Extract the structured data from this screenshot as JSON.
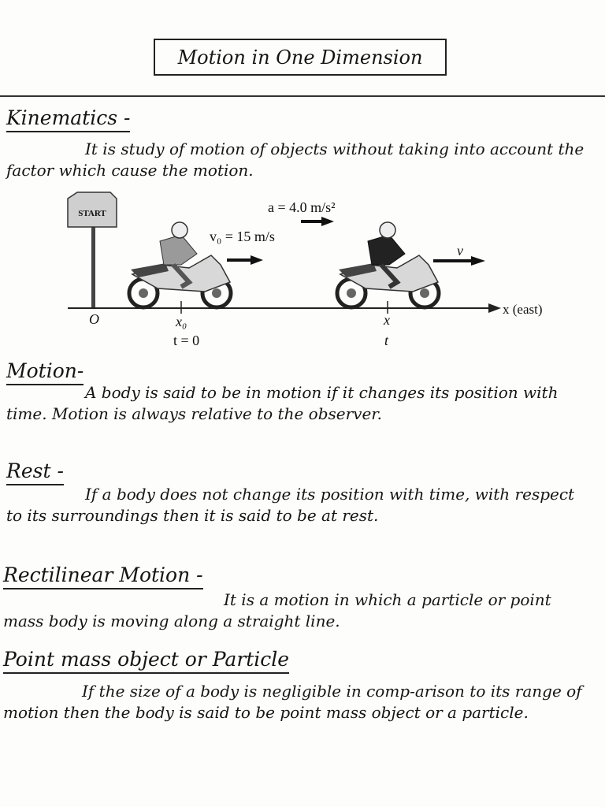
{
  "title": "Motion in One Dimension",
  "sections": [
    {
      "heading": "Kinematics -",
      "body": "It is study of motion of objects without taking into account the factor which cause the motion."
    },
    {
      "heading": "Motion-",
      "body": "A body is said to be in motion if it changes its position with time. Motion is always relative to the observer."
    },
    {
      "heading": "Rest -",
      "body": "If a body does not change its position with time, with respect to its surroundings then it is said to be at rest."
    },
    {
      "heading": "Rectilinear Motion -",
      "body": "It is a motion in which a particle or point mass body is moving along a straight line."
    },
    {
      "heading": "Point mass object or Particle",
      "body": "If the size of a body is negligible in comp-arison to its range of motion then the body is said to be point mass object or a particle."
    }
  ],
  "diagram": {
    "sign_label": "START",
    "acceleration_label": "a = 4.0 m/s²",
    "v0_label": "v₀ = 15 m/s",
    "v_label": "v",
    "origin_label": "O",
    "x0_label": "x₀",
    "t0_label": "t = 0",
    "x_label": "x",
    "t_label": "t",
    "axis_label": "x (east)"
  }
}
